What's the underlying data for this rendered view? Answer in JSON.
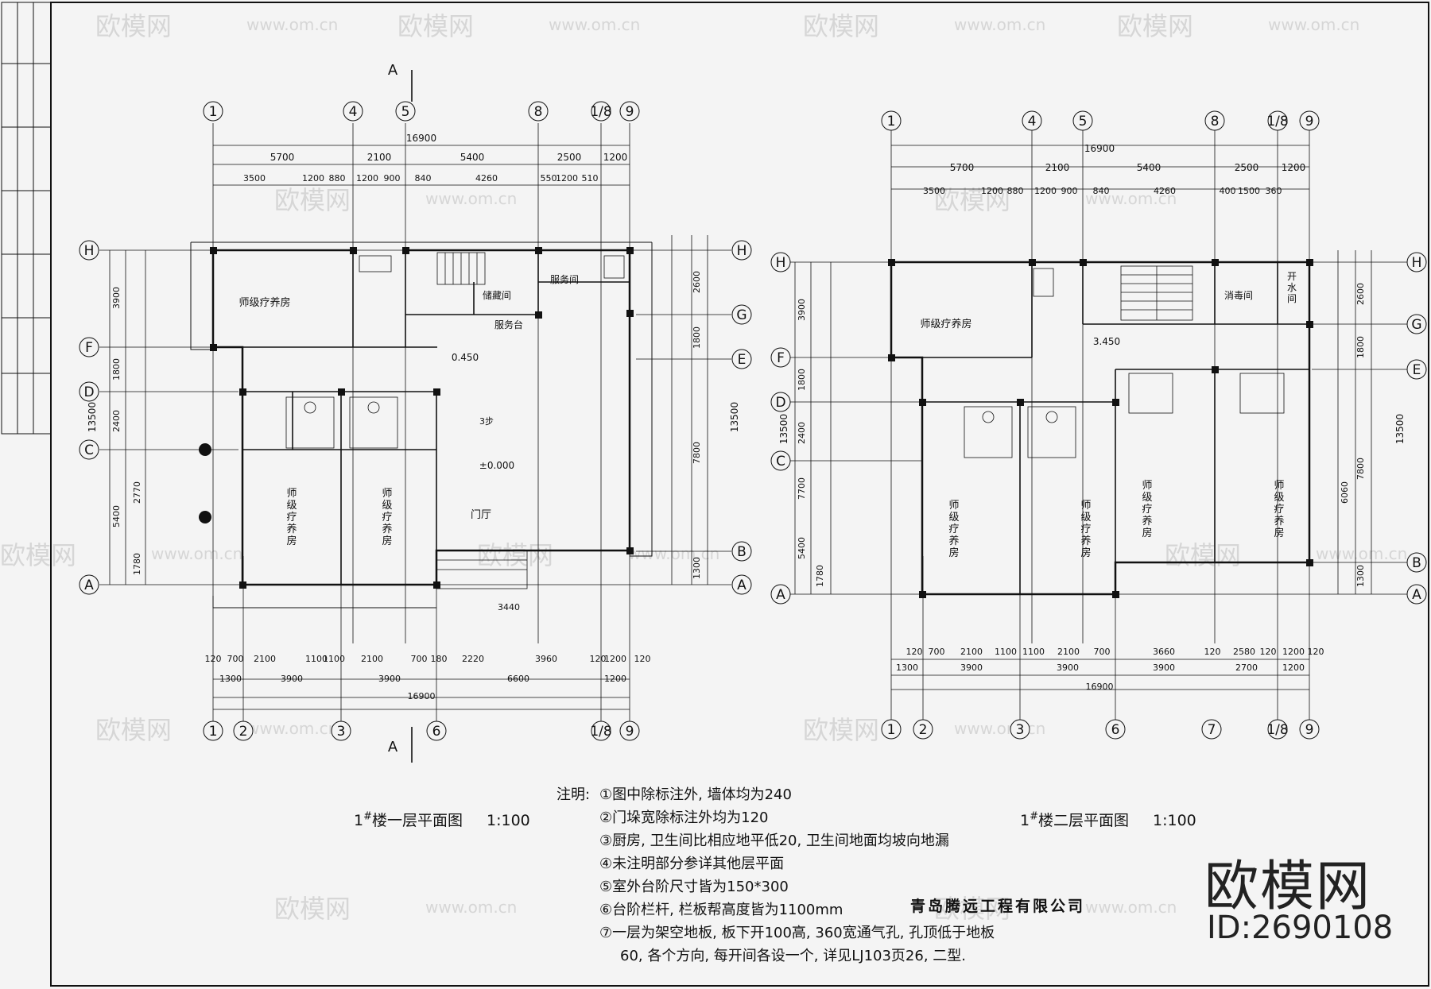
{
  "plan1": {
    "title_building": "1",
    "title_mark": "#",
    "title_text": "楼一层平面图",
    "title_scale": "1:100",
    "section_mark": "A",
    "floor_level": "±0.000",
    "level_step": "0.450",
    "step_note": "3步",
    "rooms": {
      "teacher_room": "师级疗养房",
      "storage": "储藏间",
      "service": "服务间",
      "service_desk": "服务台",
      "lobby": "门厅",
      "teacher_room_vertical": "师级疗养房"
    },
    "dims_top": [
      "16900",
      "5700",
      "2100",
      "5400",
      "2500",
      "1200",
      "3500",
      "1200",
      "880",
      "1200",
      "900",
      "840",
      "4260",
      "550",
      "1200",
      "510"
    ],
    "dims_bottom": [
      "120",
      "700",
      "2100",
      "1100",
      "1100",
      "2100",
      "700",
      "180",
      "2220",
      "3960",
      "120",
      "1200",
      "120",
      "1300",
      "3900",
      "3900",
      "6600",
      "1200",
      "16900",
      "3440"
    ],
    "dims_left": [
      "13500",
      "3900",
      "1800",
      "2400",
      "5400",
      "2770",
      "1780"
    ],
    "dims_right": [
      "13500",
      "2600",
      "1800",
      "7800",
      "1300"
    ]
  },
  "plan2": {
    "title_building": "1",
    "title_mark": "#",
    "title_text": "楼二层平面图",
    "title_scale": "1:100",
    "level": "3.450",
    "rooms": {
      "teacher_room": "师级疗养房",
      "disinfection": "消毒间",
      "boiling_water": "开水间",
      "teacher_room_vertical": "师级疗养房"
    },
    "dims_top": [
      "16900",
      "5700",
      "2100",
      "5400",
      "2500",
      "1200",
      "3500",
      "1200",
      "880",
      "1200",
      "900",
      "840",
      "4260",
      "400",
      "1500",
      "360"
    ],
    "dims_bottom": [
      "120",
      "700",
      "2100",
      "1100",
      "1100",
      "2100",
      "700",
      "3660",
      "120",
      "2580",
      "120",
      "1200",
      "120",
      "1300",
      "3900",
      "3900",
      "3900",
      "2700",
      "1200",
      "16900"
    ],
    "dims_left": [
      "13500",
      "3900",
      "1800",
      "2400",
      "7700",
      "5400",
      "1780"
    ],
    "dims_right": [
      "13500",
      "2600",
      "1800",
      "7800",
      "6060",
      "1300"
    ]
  },
  "axes_top": [
    "1",
    "4",
    "5",
    "8",
    "1/8",
    "9"
  ],
  "axes_bottom": [
    "1",
    "2",
    "3",
    "6",
    "1/8",
    "9"
  ],
  "axes_bottom2": [
    "1",
    "2",
    "3",
    "6",
    "7",
    "1/8",
    "9"
  ],
  "axes_side1": [
    "H",
    "F",
    "D",
    "C",
    "A"
  ],
  "axes_right1": [
    "H",
    "G",
    "E",
    "B",
    "A"
  ],
  "axes_side2": [
    "H",
    "F",
    "D",
    "C",
    "A"
  ],
  "axes_right2": [
    "H",
    "G",
    "E",
    "B",
    "A"
  ],
  "notes": {
    "head": "注明:",
    "items": [
      "①图中除标注外, 墙体均为240",
      "②门垛宽除标注外均为120",
      "③厨房, 卫生间比相应地平低20, 卫生间地面均坡向地漏",
      "④未注明部分参详其他层平面",
      "⑤室外台阶尺寸皆为150*300",
      "⑥台阶栏杆, 栏板帮高度皆为1100mm",
      "⑦一层为架空地板, 板下开100高, 360宽通气孔, 孔顶低于地板",
      "60, 各个方向, 每开间各设一个, 详见LJ103页26, 二型."
    ]
  },
  "company": "青岛腾远工程有限公司",
  "brand": "欧模网",
  "brand_id": "ID:2690108",
  "watermark": "欧模网",
  "watermark_url": "www.om.cn",
  "colors": {
    "paper": "#f4f4f4",
    "ink": "#111111",
    "watermark": "#d8d8d8"
  }
}
